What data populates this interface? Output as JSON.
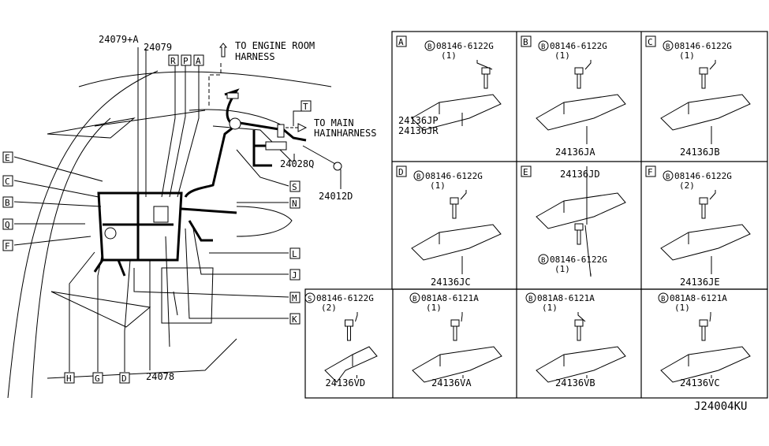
{
  "diagram_code": "J24004KU",
  "main_view": {
    "part_numbers": {
      "p24079a": "24079+A",
      "p24079": "24079",
      "p24028q": "24028Q",
      "p24012d": "24012D",
      "p24078": "24078"
    },
    "notes": {
      "engine_room_1": "TO ENGINE ROOM",
      "engine_room_2": "HARNESS",
      "main_1": "TO MAIN",
      "main_2": "HAINHARNESS"
    },
    "callouts": {
      "R": "R",
      "P": "P",
      "A": "A",
      "T": "T",
      "S": "S",
      "N": "N",
      "L": "L",
      "J": "J",
      "M": "M",
      "K": "K",
      "E": "E",
      "C": "C",
      "B": "B",
      "Q": "Q",
      "F": "F",
      "H": "H",
      "G": "G",
      "D": "D"
    }
  },
  "panels": [
    {
      "letter": "A",
      "bolt_mark": "B",
      "bolt": "08146-6122G",
      "qty": "(1)",
      "part": "24136JP",
      "part2": "24136JR"
    },
    {
      "letter": "B",
      "bolt_mark": "B",
      "bolt": "08146-6122G",
      "qty": "(1)",
      "part": "24136JA"
    },
    {
      "letter": "C",
      "bolt_mark": "B",
      "bolt": "08146-6122G",
      "qty": "(1)",
      "part": "24136JB"
    },
    {
      "letter": "D",
      "bolt_mark": "B",
      "bolt": "08146-6122G",
      "qty": "(1)",
      "part": "24136JC"
    },
    {
      "letter": "E",
      "bolt_mark": "B",
      "bolt": "08146-6122G",
      "qty": "(1)",
      "part": "24136JD"
    },
    {
      "letter": "F",
      "bolt_mark": "B",
      "bolt": "08146-6122G",
      "qty": "(2)",
      "part": "24136JE"
    },
    {
      "bolt_mark": "S",
      "bolt": "08146-6122G",
      "qty": "(2)",
      "part": "24136VD"
    },
    {
      "bolt_mark": "B",
      "bolt": "081A8-6121A",
      "qty": "(1)",
      "part": "24136VA"
    },
    {
      "bolt_mark": "B",
      "bolt": "081A8-6121A",
      "qty": "(1)",
      "part": "24136VB"
    },
    {
      "bolt_mark": "B",
      "bolt": "081A8-6121A",
      "qty": "(1)",
      "part": "24136VC"
    }
  ]
}
